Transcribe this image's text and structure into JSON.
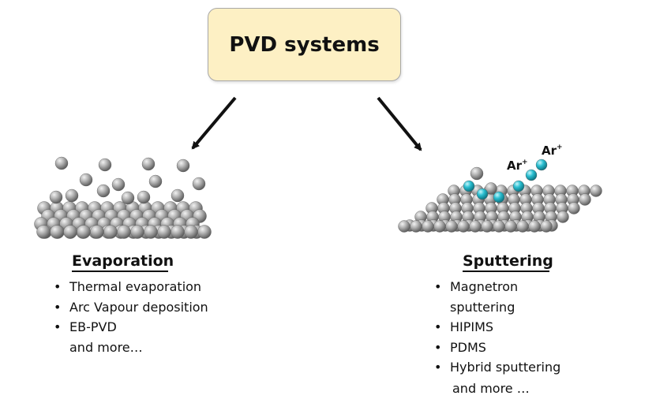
{
  "title": "PVD systems",
  "evaporation": {
    "heading": "Evaporation",
    "items": [
      "Thermal evaporation",
      "Arc Vapour deposition",
      "EB-PVD"
    ],
    "more": "and more…"
  },
  "sputtering": {
    "heading": "Sputtering",
    "items": [
      "Magnetron",
      "sputtering",
      "HIPIMS",
      "PDMS",
      "Hybrid sputtering"
    ],
    "more": "and more …"
  },
  "ion_label": {
    "base": "Ar",
    "charge": "+"
  },
  "colors": {
    "title_fill": "#fdf0c4",
    "atom": "#9a9a9a",
    "ion": "#2bbfd1",
    "arrow": "#111111"
  }
}
